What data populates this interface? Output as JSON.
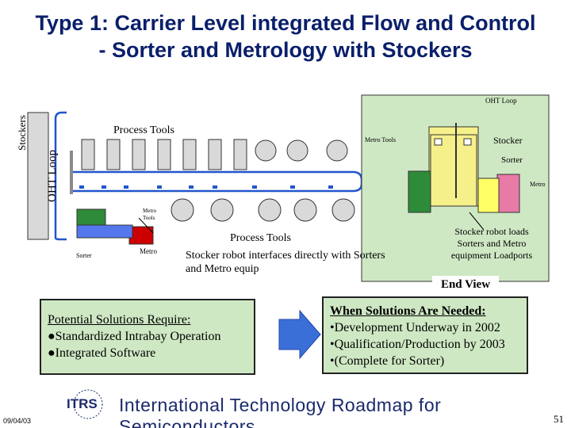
{
  "title": {
    "line1": "Type 1: Carrier Level integrated Flow and Control",
    "line2": "- Sorter and Metrology with Stockers"
  },
  "diagram": {
    "stockers_label": "Stockers",
    "oht_loop_label": "OHT Loop",
    "process_tools_top": "Process Tools",
    "process_tools_bottom": "Process Tools",
    "metro_tools_right": "Metro Tools",
    "metro_tools_left": "Metro Tools",
    "sorter_label": "Sorter",
    "metro_label": "Metro",
    "stocker_robot_note": "Stocker robot interfaces directly with Sorters and Metro equip",
    "end_view": {
      "oht_loop": "OHT Loop",
      "stocker": "Stocker",
      "sorter": "Sorter",
      "metro": "Metro",
      "caption": "End View"
    },
    "stocker_robot_loads": "Stocker robot loads Sorters and Metro equipment Loadports"
  },
  "potential_solutions": {
    "heading": "Potential Solutions Require:",
    "items": [
      "Standardized Intrabay Operation",
      "Integrated Software"
    ]
  },
  "when_needed": {
    "heading": "When Solutions Are Needed:",
    "items": [
      "Development Underway in 2002",
      "Qualification/Production by 2003",
      "(Complete for Sorter)"
    ]
  },
  "footer": {
    "date": "09/04/03",
    "logo": "ITRS",
    "org": "International Technology Roadmap for Semiconductors",
    "page": "51"
  },
  "colors": {
    "title": "#0a1f6b",
    "box_fill": "#cfe8c4",
    "loop_blue": "#2255cc",
    "arrow_blue": "#3a6fd8",
    "tool_gray": "#d9d9d9",
    "sorter_green": "#2e8b3a",
    "metro_red": "#cc0000",
    "stocker_yellow": "#f5f08a",
    "stocker_pink": "#e87aa8"
  }
}
